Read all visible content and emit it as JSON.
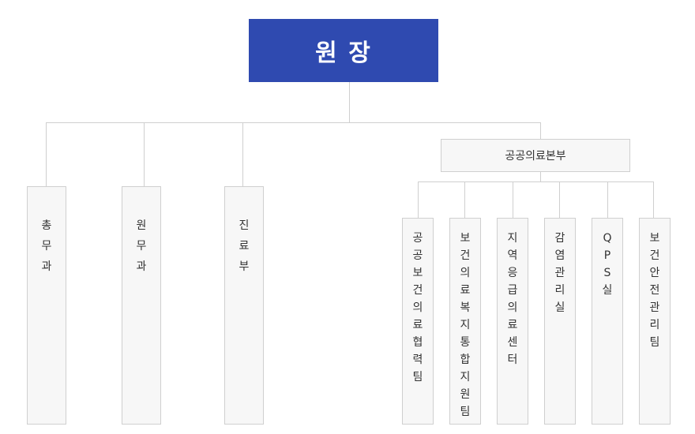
{
  "org": {
    "root_label": "원 장",
    "headquarters_label": "공공의료본부",
    "departments": [
      {
        "name": "총무과"
      },
      {
        "name": "원무과"
      },
      {
        "name": "진료부"
      }
    ],
    "teams": [
      {
        "name": "공공보건의료협력팀"
      },
      {
        "name": "보건의료복지통합지원팀"
      },
      {
        "name": "지역응급의료센터"
      },
      {
        "name": "감염관리실"
      },
      {
        "name": "QPS실"
      },
      {
        "name": "보건안전관리팀"
      }
    ]
  },
  "colors": {
    "root_bg": "#2f4ab0",
    "box_bg": "#f7f7f7",
    "line": "#cfcfcf"
  }
}
